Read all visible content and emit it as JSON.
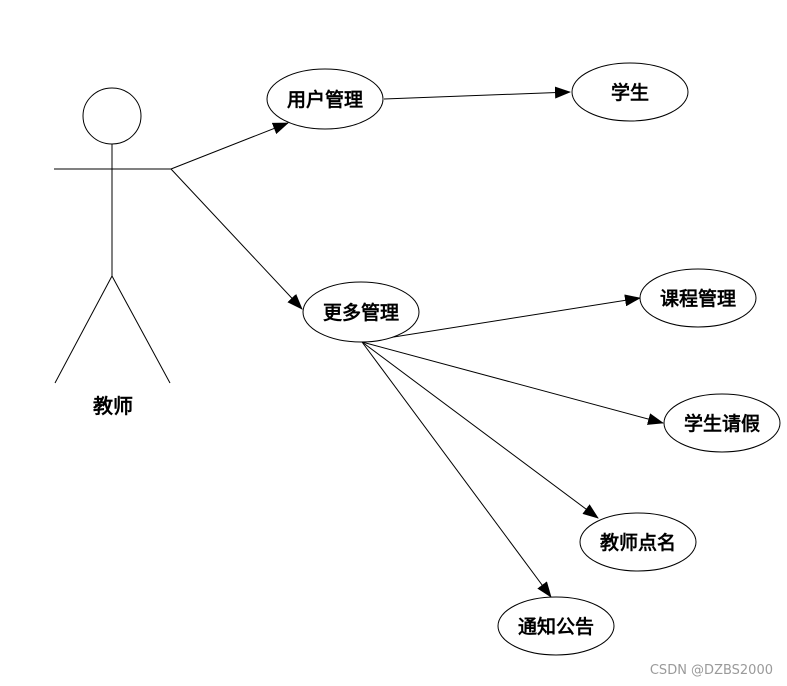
{
  "actor": {
    "label": "教师"
  },
  "use_cases": {
    "user_mgmt": "用户管理",
    "student": "学生",
    "more_mgmt": "更多管理",
    "course_mgmt": "课程管理",
    "student_leave": "学生请假",
    "teacher_rollcall": "教师点名",
    "notice": "通知公告"
  },
  "watermark": "CSDN @DZBS2000"
}
